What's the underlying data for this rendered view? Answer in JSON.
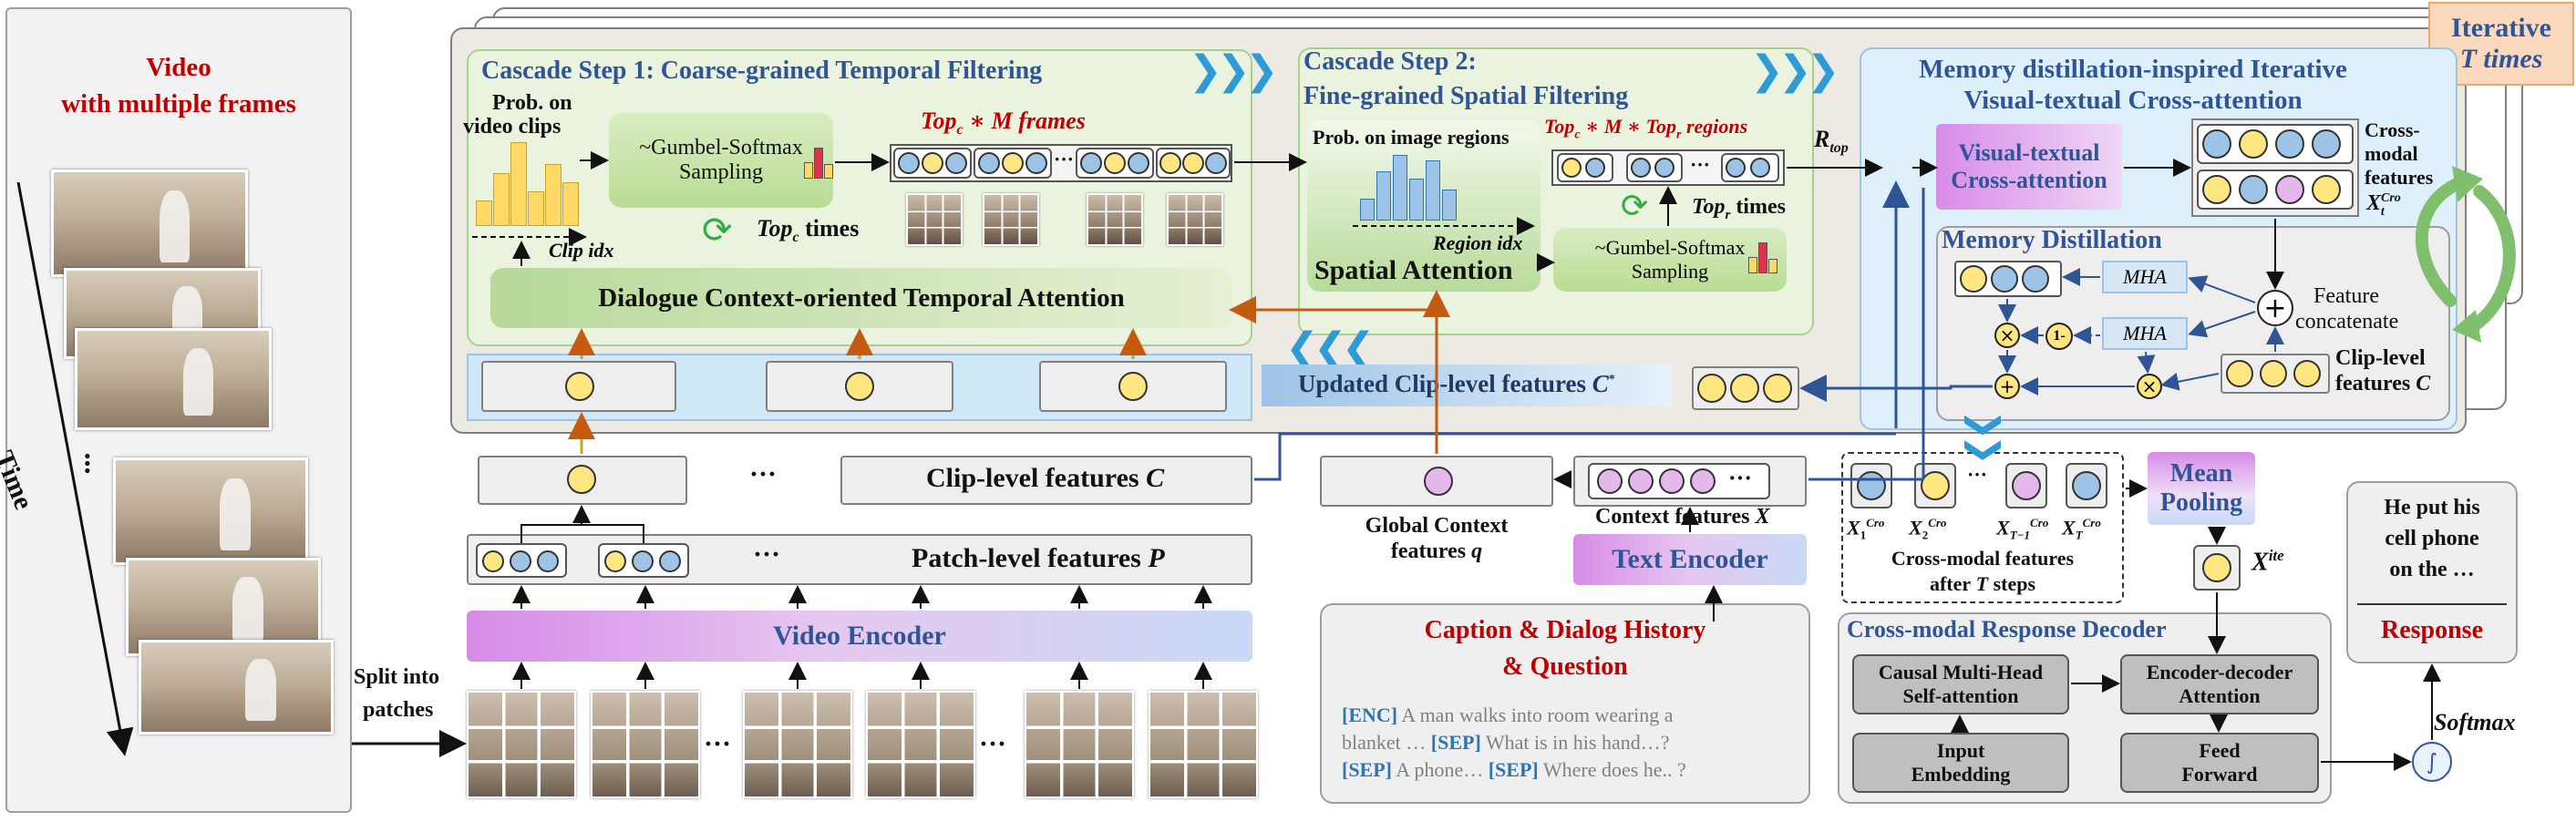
{
  "left": {
    "video_title": "Video",
    "video_subtitle": "with multiple frames",
    "time_label": "Time",
    "ellipsis": "..."
  },
  "split_label_1": "Split into",
  "split_label_2": "patches",
  "video_encoder": "Video Encoder",
  "patch_features": "Patch-level features",
  "patch_var": "P",
  "clip_features": "Clip-level features",
  "clip_var": "C",
  "ellipsis": "···",
  "global_context_1": "Global Context",
  "global_context_2": "features",
  "global_var": "q",
  "context_features": "Context features",
  "context_var": "X",
  "text_encoder": "Text Encoder",
  "caption": {
    "title_1": "Caption & Dialog History",
    "title_2": "& Question",
    "line1_tag": "[ENC]",
    "line1_text": " A man walks into room wearing a",
    "line2_a": "blanket … ",
    "line2_tag": "[SEP]",
    "line2_text": " What is in his hand…?",
    "line3_tag1": "[SEP]",
    "line3_a": " A phone… ",
    "line3_tag2": "[SEP]",
    "line3_b": " Where does he.. ?"
  },
  "cascade1": {
    "title": "Cascade Step 1: Coarse-grained Temporal Filtering",
    "prob_1": "Prob. on",
    "prob_2": "video clips",
    "clip_idx": "Clip idx",
    "gumbel_1": "~Gumbel-Softmax",
    "gumbel_2": "Sampling",
    "topm": "Top",
    "topm_sub": "c",
    "topm_rest": " ∗ M frames",
    "topc": "Top",
    "topc_sub": "c",
    "topc_rest": " times",
    "dcta": "Dialogue Context-oriented Temporal Attention"
  },
  "cascade2": {
    "title_1": "Cascade Step 2:",
    "title_2": "Fine-grained Spatial Filtering",
    "prob": "Prob. on image regions",
    "region_idx": "Region idx",
    "spatial": "Spatial Attention",
    "topr_regions": "Top",
    "topr_regions_sub1": "c",
    "topr_regions_mid": " ∗ M ∗ Top",
    "topr_regions_sub2": "r",
    "topr_regions_rest": " regions",
    "topr_times": "Top",
    "topr_times_sub": "r",
    "topr_times_rest": " times",
    "gumbel_1": "~Gumbel-Softmax",
    "gumbel_2": "Sampling"
  },
  "updated_clip": "Updated  Clip-level features",
  "updated_var": "C",
  "r_top": "R",
  "r_top_sub": "top",
  "c_label": "C",
  "x_label": "X",
  "memory": {
    "title_1": "Memory distillation-inspired Iterative",
    "title_2": "Visual-textual Cross-attention",
    "vt_cross_1": "Visual-textual",
    "vt_cross_2": "Cross-attention",
    "cross_modal_1": "Cross-",
    "cross_modal_2": "modal",
    "cross_modal_3": "features",
    "cross_var": "X",
    "cross_sup": "Cro",
    "cross_sub": "t",
    "md_title": "Memory Distillation",
    "mha": "MHA",
    "one_minus": "1-",
    "feat_concat_1": "Feature",
    "feat_concat_2": "concatenate",
    "clip_level_1": "Clip-level",
    "clip_level_2": "features",
    "clip_level_var": "C"
  },
  "iterative_1": "Iterative",
  "iterative_2": "T times",
  "xcro": {
    "labels": [
      "X",
      "X",
      "X",
      "X"
    ],
    "subs": [
      "1",
      "2",
      "T−1",
      "T"
    ],
    "sup": "Cro",
    "dots": "···",
    "caption_1": "Cross-modal  features",
    "caption_2": "after",
    "caption_3": "T",
    "caption_4": "steps"
  },
  "mean_pooling_1": "Mean",
  "mean_pooling_2": "Pooling",
  "xite": "X",
  "xite_sup": "ite",
  "decoder": {
    "title": "Cross-modal Response Decoder",
    "causal_1": "Causal  Multi-Head",
    "causal_2": "Self-attention",
    "encdec_1": "Encoder-decoder",
    "encdec_2": "Attention",
    "input_1": "Input",
    "input_2": "Embedding",
    "ff_1": "Feed",
    "ff_2": "Forward"
  },
  "softmax": "Softmax",
  "response": {
    "text_1": "He put his",
    "text_2": "cell phone",
    "text_3": "on the …",
    "label": "Response"
  },
  "colors": {
    "cascade1_bg": "#eaf3de",
    "cascade2_bg": "#eaf3de",
    "memory_bg": "#ddf0fb",
    "title_blue": "#2f5597",
    "response_red": "#c00000",
    "chevron": "#2e9ad8"
  }
}
